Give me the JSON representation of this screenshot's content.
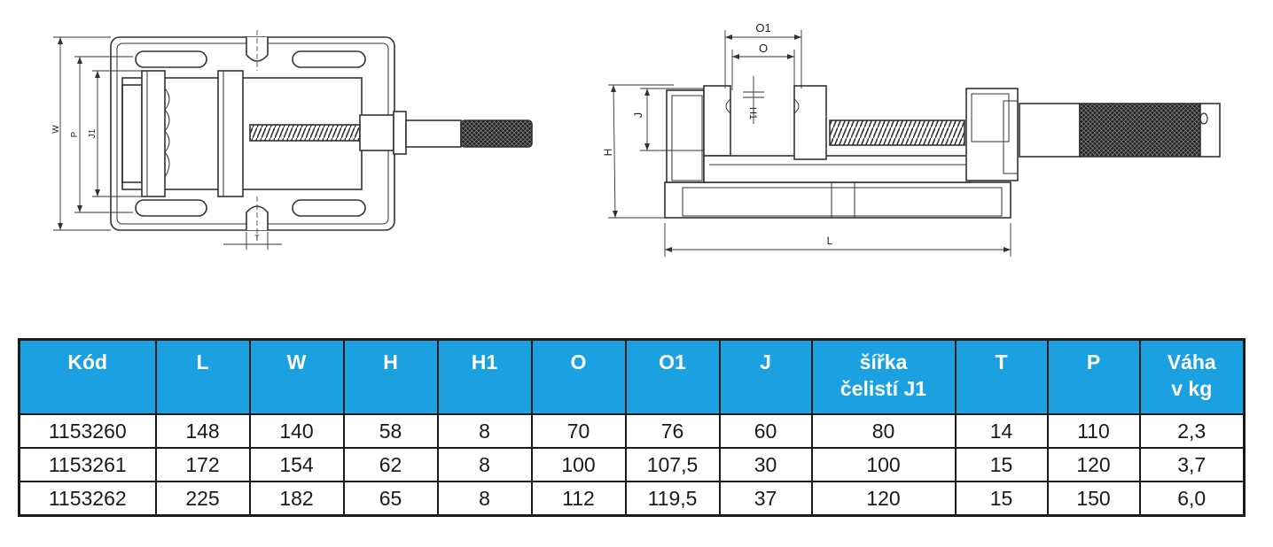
{
  "drawing_labels": {
    "W": "W",
    "P": "P",
    "J1": "J1",
    "T": "T",
    "O1": "O1",
    "O": "O",
    "J": "J",
    "H1": "H1",
    "H": "H",
    "L": "L"
  },
  "table": {
    "headers": [
      [
        "Kód"
      ],
      [
        "L"
      ],
      [
        "W"
      ],
      [
        "H"
      ],
      [
        "H1"
      ],
      [
        "O"
      ],
      [
        "O1"
      ],
      [
        "J"
      ],
      [
        "šířka",
        "čelistí J1"
      ],
      [
        "T"
      ],
      [
        "P"
      ],
      [
        "Váha",
        "v kg"
      ]
    ],
    "rows": [
      [
        "1153260",
        "148",
        "140",
        "58",
        "8",
        "70",
        "76",
        "60",
        "80",
        "14",
        "110",
        "2,3"
      ],
      [
        "1153261",
        "172",
        "154",
        "62",
        "8",
        "100",
        "107,5",
        "30",
        "100",
        "15",
        "120",
        "3,7"
      ],
      [
        "1153262",
        "225",
        "182",
        "65",
        "8",
        "112",
        "119,5",
        "37",
        "120",
        "15",
        "150",
        "6,0"
      ]
    ]
  }
}
